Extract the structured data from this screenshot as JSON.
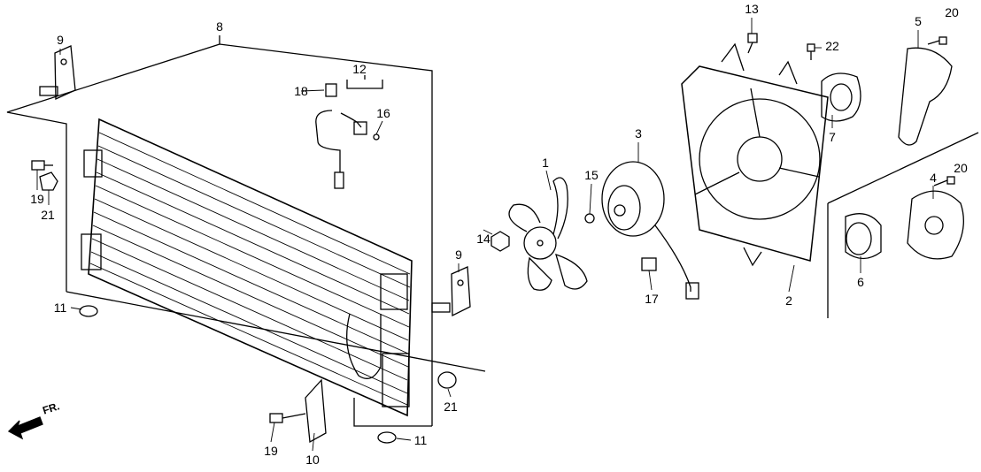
{
  "diagram": {
    "front_indicator": "FR.",
    "callouts": [
      {
        "id": "c8",
        "text": "8"
      },
      {
        "id": "c9a",
        "text": "9"
      },
      {
        "id": "c12",
        "text": "12"
      },
      {
        "id": "c18",
        "text": "18"
      },
      {
        "id": "c16",
        "text": "16"
      },
      {
        "id": "c19a",
        "text": "19"
      },
      {
        "id": "c21a",
        "text": "21"
      },
      {
        "id": "c11a",
        "text": "11"
      },
      {
        "id": "c9b",
        "text": "9"
      },
      {
        "id": "c1",
        "text": "1"
      },
      {
        "id": "c15",
        "text": "15"
      },
      {
        "id": "c14",
        "text": "14"
      },
      {
        "id": "c3",
        "text": "3"
      },
      {
        "id": "c17",
        "text": "17"
      },
      {
        "id": "c2",
        "text": "2"
      },
      {
        "id": "c13",
        "text": "13"
      },
      {
        "id": "c22",
        "text": "22"
      },
      {
        "id": "c5",
        "text": "5"
      },
      {
        "id": "c20a",
        "text": "20"
      },
      {
        "id": "c7",
        "text": "7"
      },
      {
        "id": "c20b",
        "text": "20"
      },
      {
        "id": "c4",
        "text": "4"
      },
      {
        "id": "c6",
        "text": "6"
      },
      {
        "id": "c21b",
        "text": "21"
      },
      {
        "id": "c11b",
        "text": "11"
      },
      {
        "id": "c19b",
        "text": "19"
      },
      {
        "id": "c10",
        "text": "10"
      }
    ]
  }
}
